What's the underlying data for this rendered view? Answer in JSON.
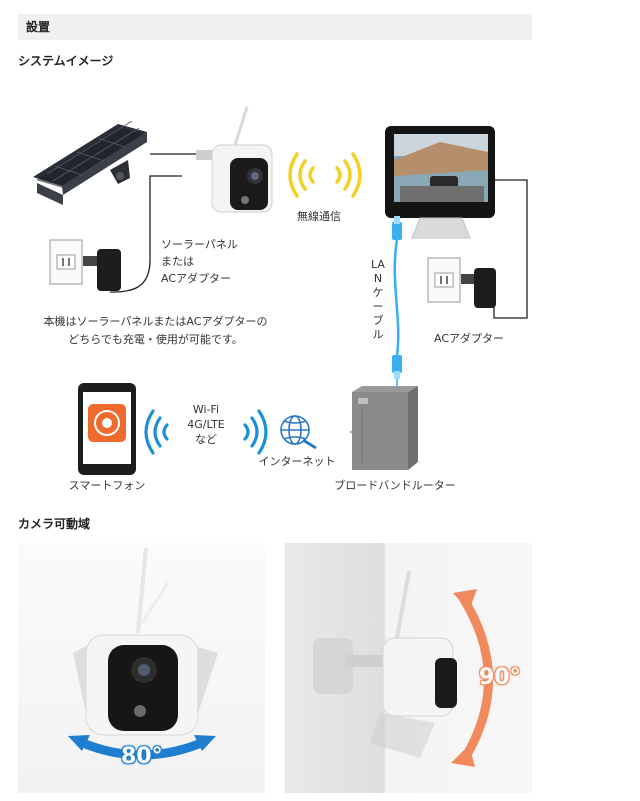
{
  "section": {
    "title": "設置"
  },
  "system": {
    "title": "システムイメージ",
    "wireless_label": "無線通信",
    "power_option": [
      "ソーラーパネル",
      "または",
      "ACアダプター"
    ],
    "note": [
      "本機はソーラーパネルまたはACアダプターの",
      "どちらでも充電・使用が可能です。"
    ],
    "lan_cable_label": "LANケーブル",
    "monitor_adapter_label": "ACアダプター",
    "wifi_label": [
      "Wi-Fi",
      "4G/LTE",
      "など"
    ],
    "internet_label": "インターネット",
    "smartphone_label": "スマートフォン",
    "router_label": "ブロードバンドルーター"
  },
  "range": {
    "title": "カメラ可動域",
    "horizontal_angle": "80°",
    "vertical_angle": "90°"
  },
  "colors": {
    "wave_yellow": "#f2d024",
    "wave_blue": "#1c8fd8",
    "cable_blue": "#3ab0f0",
    "arrow_blue": "#1f7ed0",
    "arrow_orange": "#f08a5d"
  }
}
